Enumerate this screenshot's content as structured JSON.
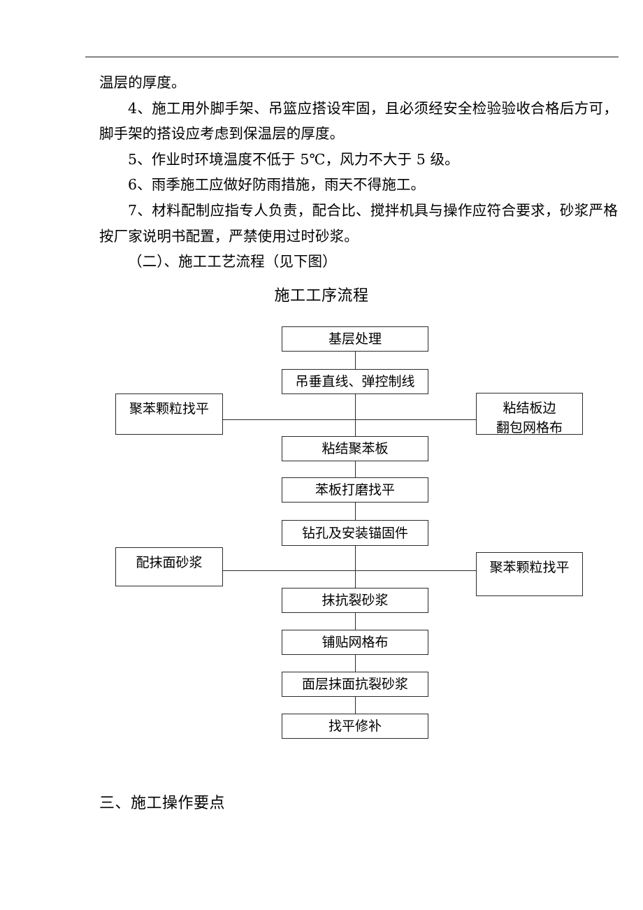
{
  "document": {
    "divider": "horizontal-rule",
    "paragraphs": [
      {
        "id": "p-wen-ceng",
        "indent": false,
        "text": "温层的厚度。"
      },
      {
        "id": "p-item-4",
        "indent": true,
        "text": "4、施工用外脚手架、吊篮应搭设牢固，且必须经安全检验验收合格后方可，脚手架的搭设应考虑到保温层的厚度。"
      },
      {
        "id": "p-item-5",
        "indent": true,
        "text": "5、作业时环境温度不低于 5℃，风力不大于 5 级。"
      },
      {
        "id": "p-item-6",
        "indent": true,
        "text": "6、雨季施工应做好防雨措施，雨天不得施工。"
      },
      {
        "id": "p-item-7",
        "indent": true,
        "text": "7、材料配制应指专人负责，配合比、搅拌机具与操作应符合要求，砂浆严格按厂家说明书配置，严禁使用过时砂浆。"
      },
      {
        "id": "p-item-2",
        "indent": true,
        "text": "（二）、施工工艺流程（见下图）"
      }
    ],
    "section_heading": "三、施工操作要点"
  },
  "flowchart": {
    "title": "施工工序流程",
    "main_nodes": [
      {
        "id": "node-1",
        "label": "基层处理"
      },
      {
        "id": "node-2",
        "label": "吊垂直线、弹控制线"
      },
      {
        "id": "node-3",
        "label": "粘结聚苯板"
      },
      {
        "id": "node-4",
        "label": "苯板打磨找平"
      },
      {
        "id": "node-5",
        "label": "钻孔及安装锚固件"
      },
      {
        "id": "node-6",
        "label": "抹抗裂砂浆"
      },
      {
        "id": "node-7",
        "label": "铺贴网格布"
      },
      {
        "id": "node-8",
        "label": "面层抹面抗裂砂浆"
      },
      {
        "id": "node-9",
        "label": "找平修补"
      }
    ],
    "side_nodes": [
      {
        "id": "side-left-1",
        "side": "left",
        "lines": [
          "聚苯颗粒找平"
        ]
      },
      {
        "id": "side-right-1",
        "side": "right",
        "lines": [
          "粘结板边",
          "翻包网格布"
        ]
      },
      {
        "id": "side-left-2",
        "side": "left",
        "lines": [
          "配抹面砂浆"
        ]
      },
      {
        "id": "side-right-2",
        "side": "right",
        "lines": [
          "聚苯颗粒找平"
        ]
      }
    ]
  },
  "colors": {
    "ink": "#000000",
    "line": "#2b2b2b",
    "page": "#ffffff"
  }
}
